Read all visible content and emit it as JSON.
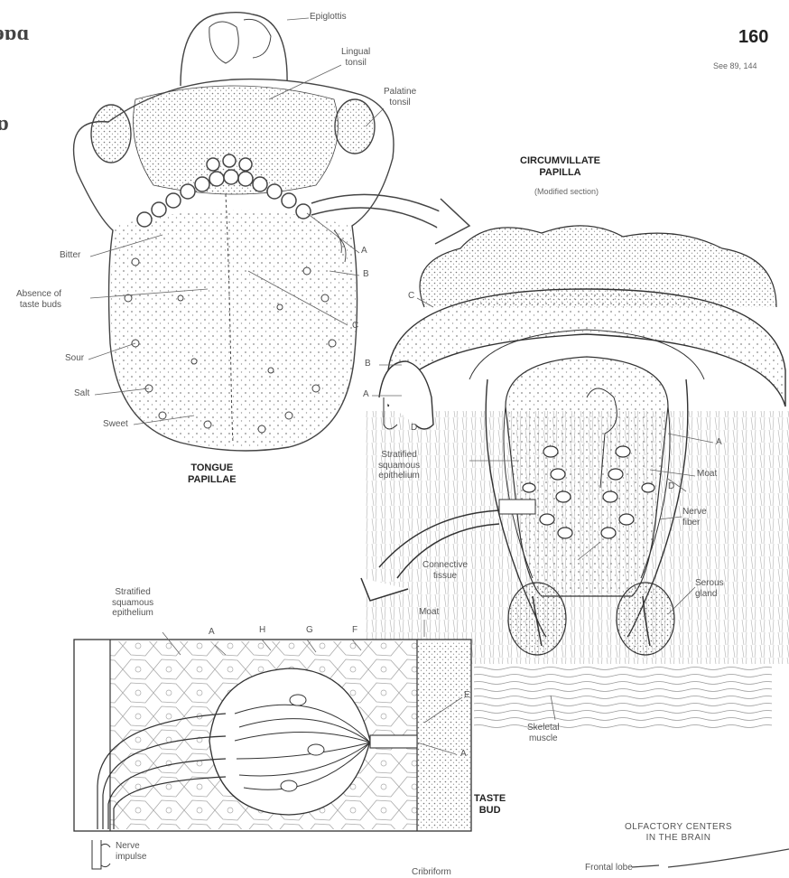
{
  "header": {
    "page_number": "160",
    "see_ref": "See 89, 144",
    "edge_fragment_top": "ɘɒɑ",
    "edge_fragment_mid": "ɒ"
  },
  "tongue": {
    "title_line1": "TONGUE",
    "title_line2": "PAPILLAE",
    "labels": {
      "epiglottis": "Epiglottis",
      "lingual_tonsil": "Lingual\ntonsil",
      "palatine_tonsil": "Palatine\ntonsil",
      "bitter": "Bitter",
      "absence": "Absence of\ntaste buds",
      "sour": "Sour",
      "salt": "Salt",
      "sweet": "Sweet",
      "a": "A",
      "b": "B",
      "c": "C"
    }
  },
  "circumvallate": {
    "title_line1": "CIRCUMVILLATE",
    "title_line2": "PAPILLA",
    "subtitle": "(Modified section)",
    "labels": {
      "c": "C",
      "b": "B",
      "a_left": "A",
      "d": "D",
      "stratified": "Stratified\nsquamous\nepithelium",
      "a_right": "A",
      "moat": "Moat",
      "d_right": "D",
      "nerve_fiber": "Nerve\nfiber",
      "connective": "Connective\ntissue",
      "serous": "Serous\ngland",
      "skeletal": "Skeletal\nmuscle"
    }
  },
  "taste_bud": {
    "title_line1": "TASTE",
    "title_line2": "BUD",
    "labels": {
      "stratified": "Stratified\nsquamous\nepithelium",
      "a": "A",
      "h": "H",
      "g": "G",
      "f": "F",
      "moat": "Moat",
      "e": "E",
      "a_pore": "A",
      "nerve_impulse": "Nerve\nimpulse"
    }
  },
  "olfactory": {
    "title_line1": "OLFACTORY CENTERS",
    "title_line2": "IN THE BRAIN",
    "frontal_lobe": "Frontal lobe",
    "cribriform": "Cribriform"
  }
}
